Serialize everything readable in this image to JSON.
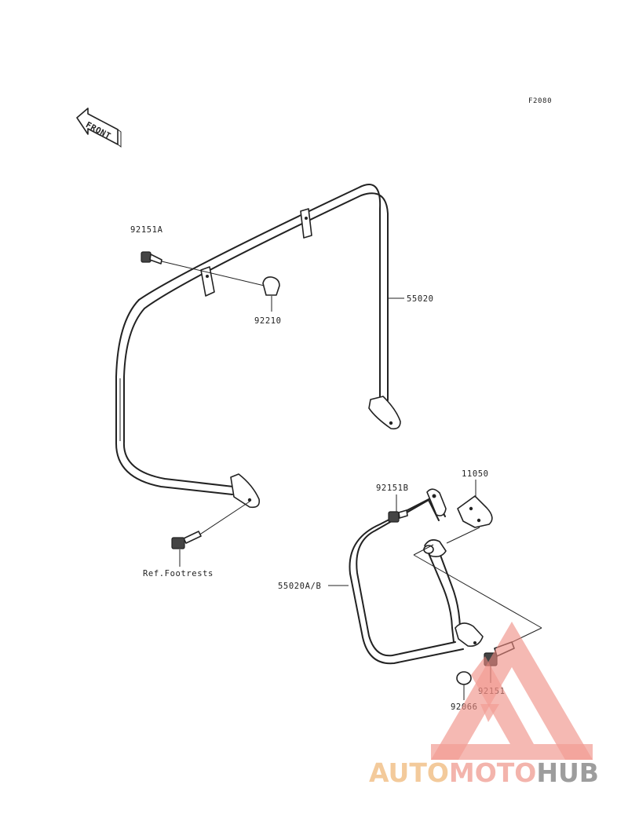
{
  "diagram": {
    "figure_code": "F2080",
    "front_label": "FRONT",
    "callouts": {
      "p92151A": "92151A",
      "p92210": "92210",
      "p55020": "55020",
      "ref_footrests": "Ref.Footrests",
      "p92151B": "92151B",
      "p11050": "11050",
      "p55020AB": "55020A/B",
      "p92151": "92151",
      "p92066": "92066"
    }
  },
  "watermark": {
    "part1": "AUTO",
    "part2": "MOTO",
    "part3": "HUB",
    "colors": {
      "auto": "#f2c18a",
      "moto": "#f2a89e",
      "hub": "#8d8d8d",
      "triangle": "#f08a80"
    }
  }
}
